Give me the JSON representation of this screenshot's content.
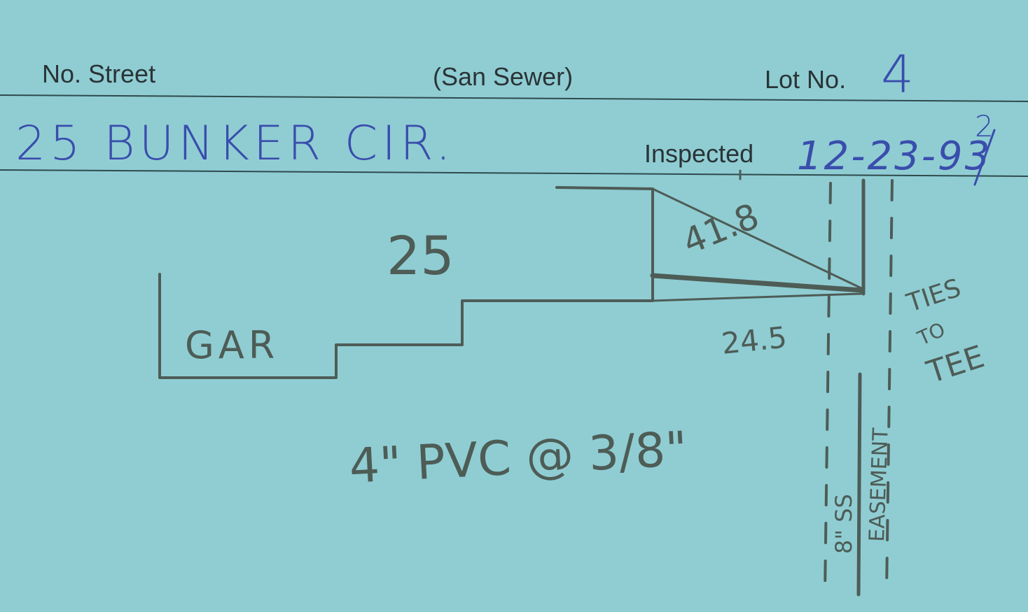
{
  "card": {
    "header": {
      "street_label": "No. Street",
      "type_label": "(San Sewer)",
      "lot_label": "Lot No.",
      "lot_value": "4",
      "inspected_label": "Inspected"
    },
    "address": "25 BUNKER CIR.",
    "inspected_date": {
      "prefix": "12-23-9",
      "struck_digit": "3",
      "correction": "2"
    },
    "sketch": {
      "house_number": "25",
      "garage_label": "GAR",
      "tie_distance_a": "41.8",
      "tie_distance_b": "24.5",
      "ties_note": [
        "TIES",
        "TO",
        "TEE"
      ],
      "pipe_note": "4\" PVC @ 3/8\"",
      "sewer_main_label": "8\" SS",
      "easement_label": "EASEMENT"
    },
    "colors": {
      "card": "#8fcdd3",
      "ink_blue": "#3a4dac",
      "pencil": "#4e5c56",
      "print": "#2a3436"
    }
  }
}
